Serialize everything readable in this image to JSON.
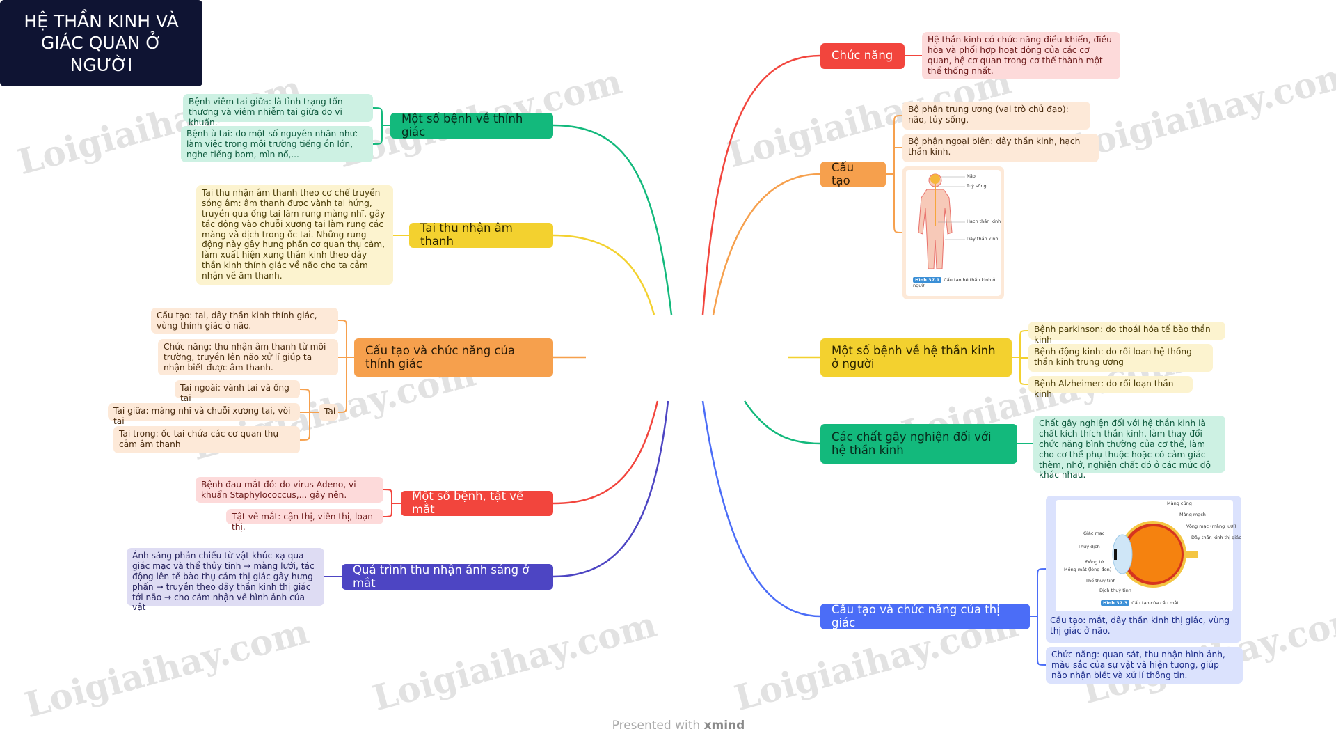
{
  "center": "HỆ THẦN KINH VÀ GIÁC QUAN Ở NGƯỜI",
  "right": {
    "chuc_nang": {
      "label": "Chức năng",
      "text": "Hệ thần kinh có chức năng điều khiển, điều hòa và phối hợp hoạt động của các cơ quan, hệ cơ quan trong cơ thể thành một thể thống nhất."
    },
    "cau_tao": {
      "label": "Cấu tạo",
      "items": [
        "Bộ phận trung ương (vai trò chủ đạo): não, tủy sống.",
        "Bộ phận ngoại biên: dây thần kinh, hạch thần kinh."
      ],
      "figure": {
        "labels": [
          "Não",
          "Tuỷ sống",
          "Hạch thần kinh",
          "Dây thần kinh"
        ],
        "tag": "Hình 37.1",
        "caption": "Cấu tạo hệ thần kinh ở người"
      }
    },
    "benh_than_kinh": {
      "label": "Một số bệnh về hệ thần kinh ở người",
      "items": [
        "Bệnh parkinson: do thoái hóa tế bào thần kinh",
        "Bệnh động kinh: do rối loạn hệ thống thần kinh trung ương",
        "Bệnh Alzheimer: do rối loạn thần kinh"
      ]
    },
    "chat_gay_nghien": {
      "label": "Các chất gây nghiện đối với hệ thần kinh",
      "text": "Chất gây nghiện đối với hệ thần kinh là chất kích thích thần kinh, làm thay đổi chức năng bình thường của cơ thể, làm cho cơ thể phụ thuộc hoặc có cảm giác thèm, nhớ, nghiện chất đó ở các mức độ khác nhau."
    },
    "thi_giac": {
      "label": "Cấu tạo và chức năng của thị giác",
      "items": [
        "Cấu tạo: mắt, dây thần kinh thị giác, vùng thị giác ở não.",
        "Chức năng: quan sát, thu nhận hình ảnh, màu sắc của sự vật và hiện tượng, giúp não nhận biết và xử lí thông tin."
      ],
      "figure": {
        "labels": [
          "Màng cứng",
          "Màng mạch",
          "Võng mạc (màng lưới)",
          "Dây thần kinh thị giác",
          "Giác mạc",
          "Thuỷ dịch",
          "Đồng tử",
          "Mống mắt (lòng đen)",
          "Thể thuỷ tinh",
          "Dịch thuỷ tinh"
        ],
        "tag": "Hình 37.3",
        "caption": "Cấu tạo của cầu mắt"
      }
    }
  },
  "left": {
    "benh_thinh_giac": {
      "label": "Một số bệnh về thính giác",
      "items": [
        "Bệnh viêm tai giữa: là tình trạng tổn thương và viêm nhiễm tai giữa do vi khuẩn.",
        "Bệnh ù tai: do một số nguyên nhân như: làm việc trong môi trường tiếng ồn lớn, nghe tiếng bom, mìn nổ,..."
      ]
    },
    "tai_thu_nhan": {
      "label": "Tai thu nhận âm thanh",
      "text": "Tai thu nhận âm thanh theo cơ chế truyền sóng âm: âm thanh được vành tai hứng, truyền qua ống tai làm rung màng nhĩ, gây tác động vào chuỗi xương tai làm rung các màng và dịch trong ốc tai. Những rung động này gây hưng phấn cơ quan thụ cảm, làm xuất hiện xung thần kinh theo dây thần kinh thính giác về não cho ta cảm nhận về âm thanh."
    },
    "thinh_giac": {
      "label": "Cấu tạo và chức năng của thính giác",
      "items": [
        "Cấu tạo: tai, dây thần kinh thính giác, vùng thính giác ở não.",
        "Chức năng: thu nhận âm thanh từ môi trường, truyền lên não xử lí  giúp ta nhận biết được âm thanh."
      ],
      "tai": {
        "label": "Tai",
        "items": [
          "Tai ngoài: vành tai và ống tai",
          "Tai giữa: màng nhĩ và chuỗi xương tai, vòi tai",
          "Tai trong: ốc tai chứa các cơ quan thụ cảm âm thanh"
        ]
      }
    },
    "benh_mat": {
      "label": "Một số bệnh, tật về mắt",
      "items": [
        "Bệnh đau mắt đỏ: do virus Adeno, vi khuẩn Staphylococcus,... gây nên.",
        "Tật về mắt: cận thị, viễn thị, loạn thị."
      ]
    },
    "anh_sang": {
      "label": "Quá trình thu nhận ánh sáng ở mắt",
      "text": "Ánh sáng phản chiếu từ vật khúc xạ qua giác mạc và thể thủy tinh → màng lưới, tác động lên tế bào thụ cảm thị giác gây hưng phấn → truyền theo dây thần kinh thị giác tới não → cho cảm nhận về hình ảnh của vật"
    }
  },
  "watermark": "Loigiaihay.com",
  "footer": {
    "prefix": "Presented with",
    "brand": "xmind"
  },
  "colors": {
    "red": "#f2453d",
    "orange": "#f6a04d",
    "yellow": "#f3d12f",
    "green": "#13b97c",
    "blue": "#4b6df7",
    "purple": "#4d45c3",
    "center": "#0f1433"
  }
}
